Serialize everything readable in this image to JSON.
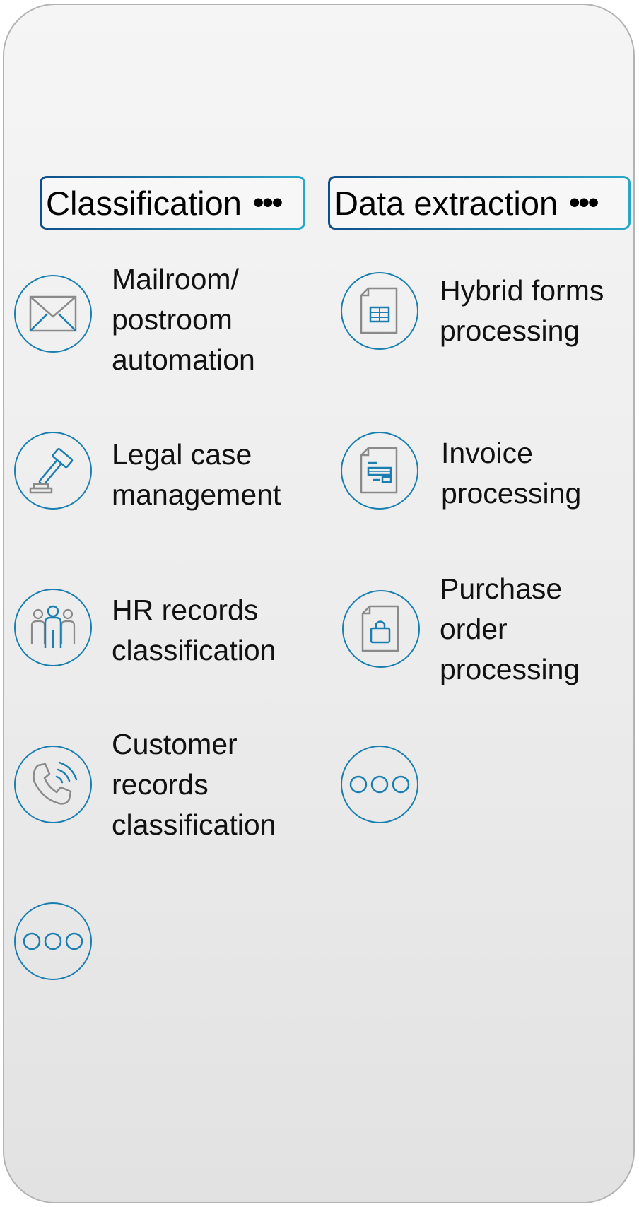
{
  "columns": [
    {
      "header": "Classification",
      "header_more": "•••",
      "items": [
        {
          "icon": "envelope-icon",
          "lines": [
            "Mailroom/",
            "postroom",
            "automation"
          ]
        },
        {
          "icon": "gavel-icon",
          "lines": [
            "Legal case",
            "management"
          ]
        },
        {
          "icon": "people-icon",
          "lines": [
            "HR records",
            "classification"
          ]
        },
        {
          "icon": "phone-icon",
          "lines": [
            "Customer",
            "records",
            "classification"
          ]
        },
        {
          "icon": "more-icon",
          "lines": []
        }
      ]
    },
    {
      "header": "Data extraction",
      "header_more": "•••",
      "items": [
        {
          "icon": "form-document-icon",
          "lines": [
            "Hybrid forms",
            "processing"
          ]
        },
        {
          "icon": "invoice-document-icon",
          "lines": [
            "Invoice",
            "processing"
          ]
        },
        {
          "icon": "shopping-bag-document-icon",
          "lines": [
            "Purchase",
            "order",
            "processing"
          ]
        },
        {
          "icon": "more-icon",
          "lines": []
        }
      ]
    }
  ],
  "colors": {
    "accent": "#1a7fb0",
    "accent_light": "#27a7c7",
    "header_border_start": "#104e8b",
    "icon_gray": "#8a8a8a",
    "panel_border": "#b3b3b3"
  }
}
